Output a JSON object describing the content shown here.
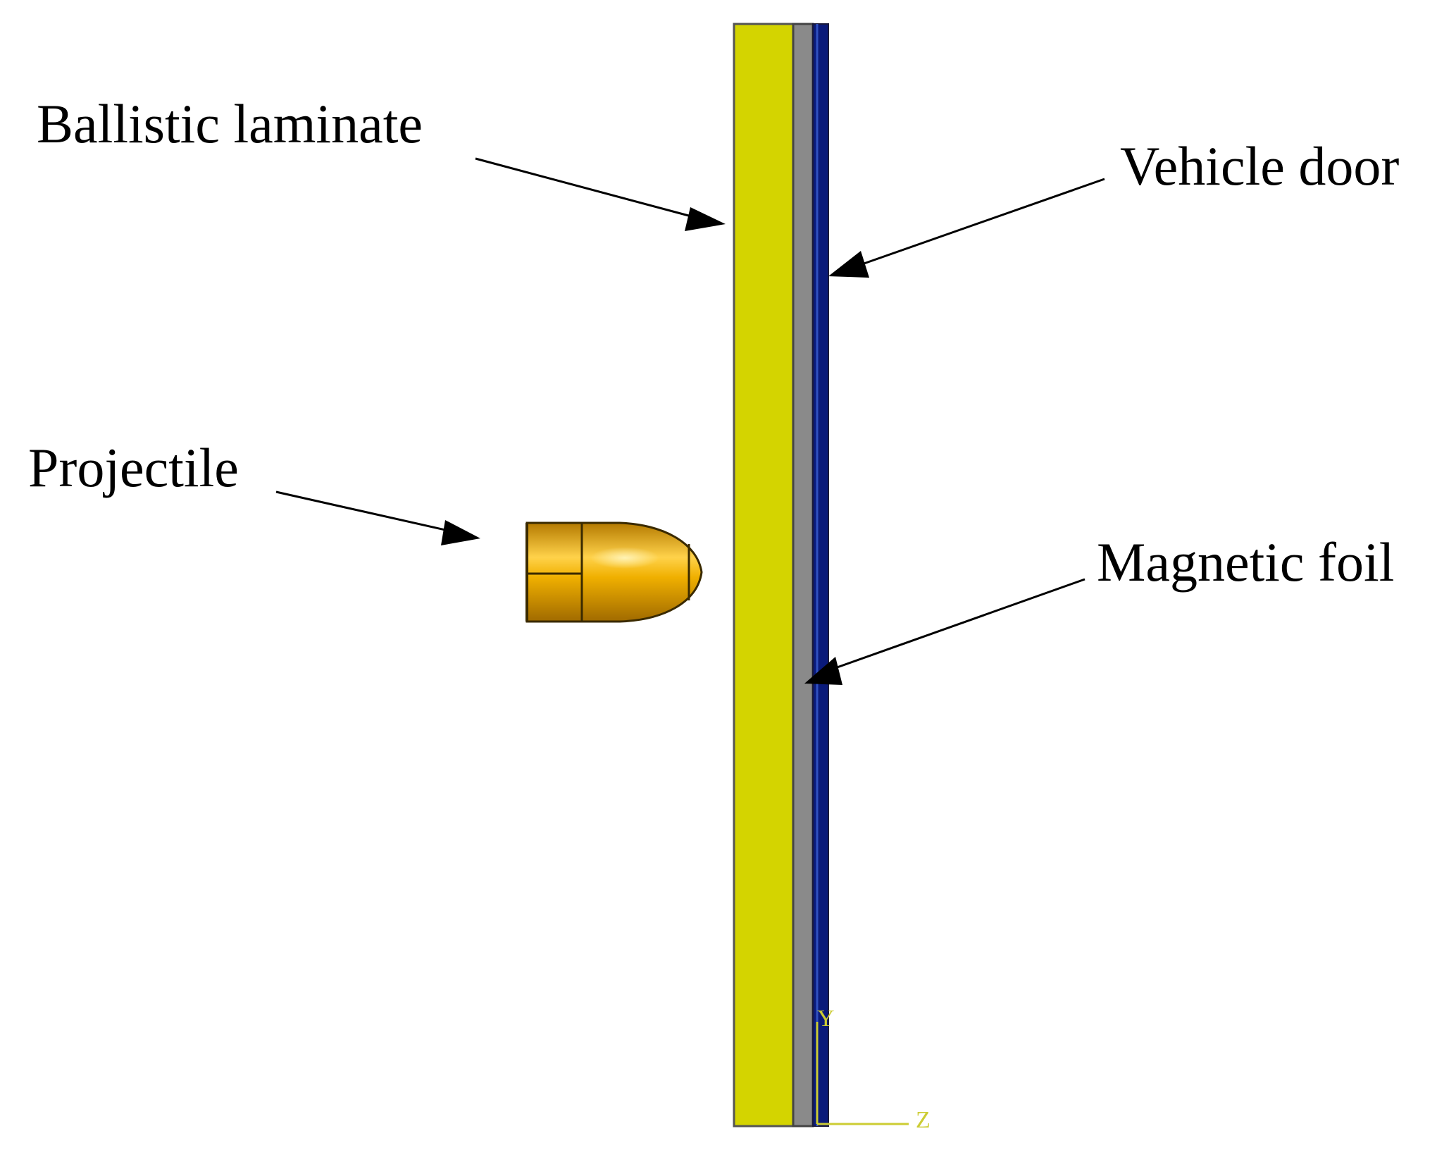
{
  "labels": {
    "ballistic_laminate": "Ballistic laminate",
    "vehicle_door": "Vehicle door",
    "projectile": "Projectile",
    "magnetic_foil": "Magnetic foil"
  },
  "triad": {
    "y_label": "Y",
    "z_label": "Z"
  },
  "colors": {
    "laminate": "#d4d400",
    "door": "#8a8a8a",
    "foil": "#0a1a7a",
    "projectile": "#e2a000",
    "triad": "#cccc33",
    "outline": "#333333"
  }
}
